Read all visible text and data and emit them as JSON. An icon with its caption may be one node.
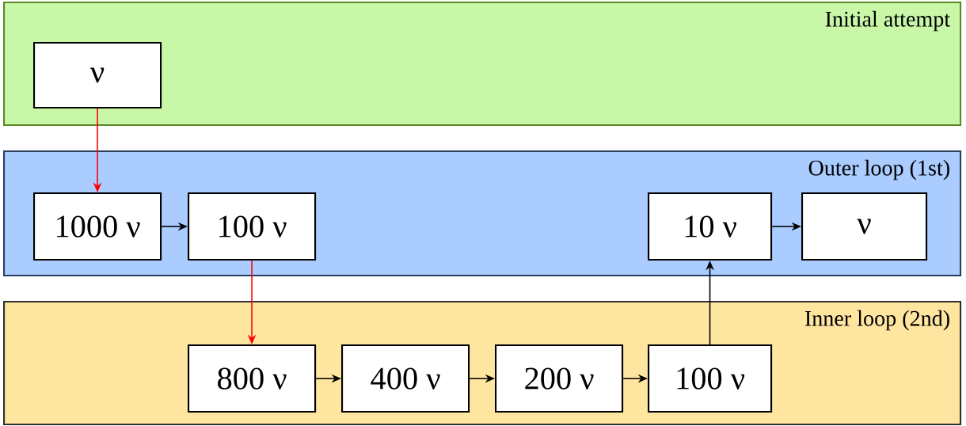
{
  "diagram": {
    "nodes": [
      {
        "text": [
          "Initial attempt"
        ]
      },
      {
        "text": [
          "Outer loop (1st)"
        ]
      },
      {
        "text": [
          "Inner loop (2nd)"
        ]
      },
      {
        "text": [
          "ν"
        ],
        "in": 0
      },
      {
        "text": [
          "1000 ν"
        ],
        "in": 1
      },
      {
        "text": [
          "100 ν"
        ],
        "in": 1
      },
      {
        "text": [
          "10 ν"
        ],
        "in": 1
      },
      {
        "text": [
          "ν"
        ],
        "in": 1
      },
      {
        "text": [
          "800 ν"
        ],
        "in": 2
      },
      {
        "text": [
          "400 ν"
        ],
        "in": 2
      },
      {
        "text": [
          "200 ν"
        ],
        "in": 2
      },
      {
        "text": [
          "100 ν"
        ],
        "in": 2
      }
    ],
    "edges": [
      {
        "from": 3,
        "to": 4,
        "arrow": "to",
        "color": "#ff0000"
      },
      {
        "from": 4,
        "to": 5,
        "arrow": "to"
      },
      {
        "from": 5,
        "to": 8,
        "arrow": "to",
        "color": "#ff0000"
      },
      {
        "from": 8,
        "to": 9,
        "arrow": "to"
      },
      {
        "from": 9,
        "to": 10,
        "arrow": "to"
      },
      {
        "from": 10,
        "to": 11,
        "arrow": "to"
      },
      {
        "from": 11,
        "to": 6,
        "arrow": "to"
      },
      {
        "from": 6,
        "to": 7,
        "arrow": "to"
      }
    ]
  }
}
